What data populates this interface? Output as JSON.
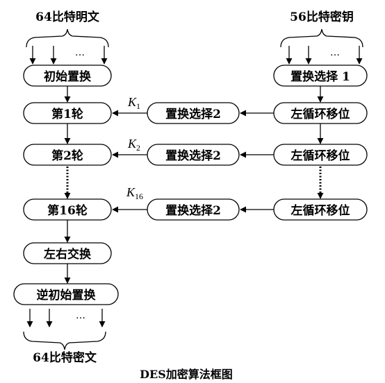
{
  "left_top_header": "64比特明文",
  "right_top_header": "56比特密钥",
  "left_bottom_footer": "64比特密文",
  "caption": "DES加密算法框图",
  "ellipsis": "…",
  "left_column": {
    "initial_permutation": "初始置换",
    "round1": "第1轮",
    "round2": "第2轮",
    "round16": "第16轮",
    "swap": "左右交换",
    "inverse_permutation": "逆初始置换"
  },
  "right_column": {
    "pc1": "置换选择 1",
    "shift1": "左循环移位",
    "shift2": "左循环移位",
    "shift16": "左循环移位"
  },
  "middle_column": {
    "pc2_1": "置换选择2",
    "pc2_2": "置换选择2",
    "pc2_16": "置换选择2"
  },
  "keys": {
    "k1_letter": "K",
    "k1_sub": "1",
    "k2_letter": "K",
    "k2_sub": "2",
    "k16_letter": "K",
    "k16_sub": "16"
  }
}
